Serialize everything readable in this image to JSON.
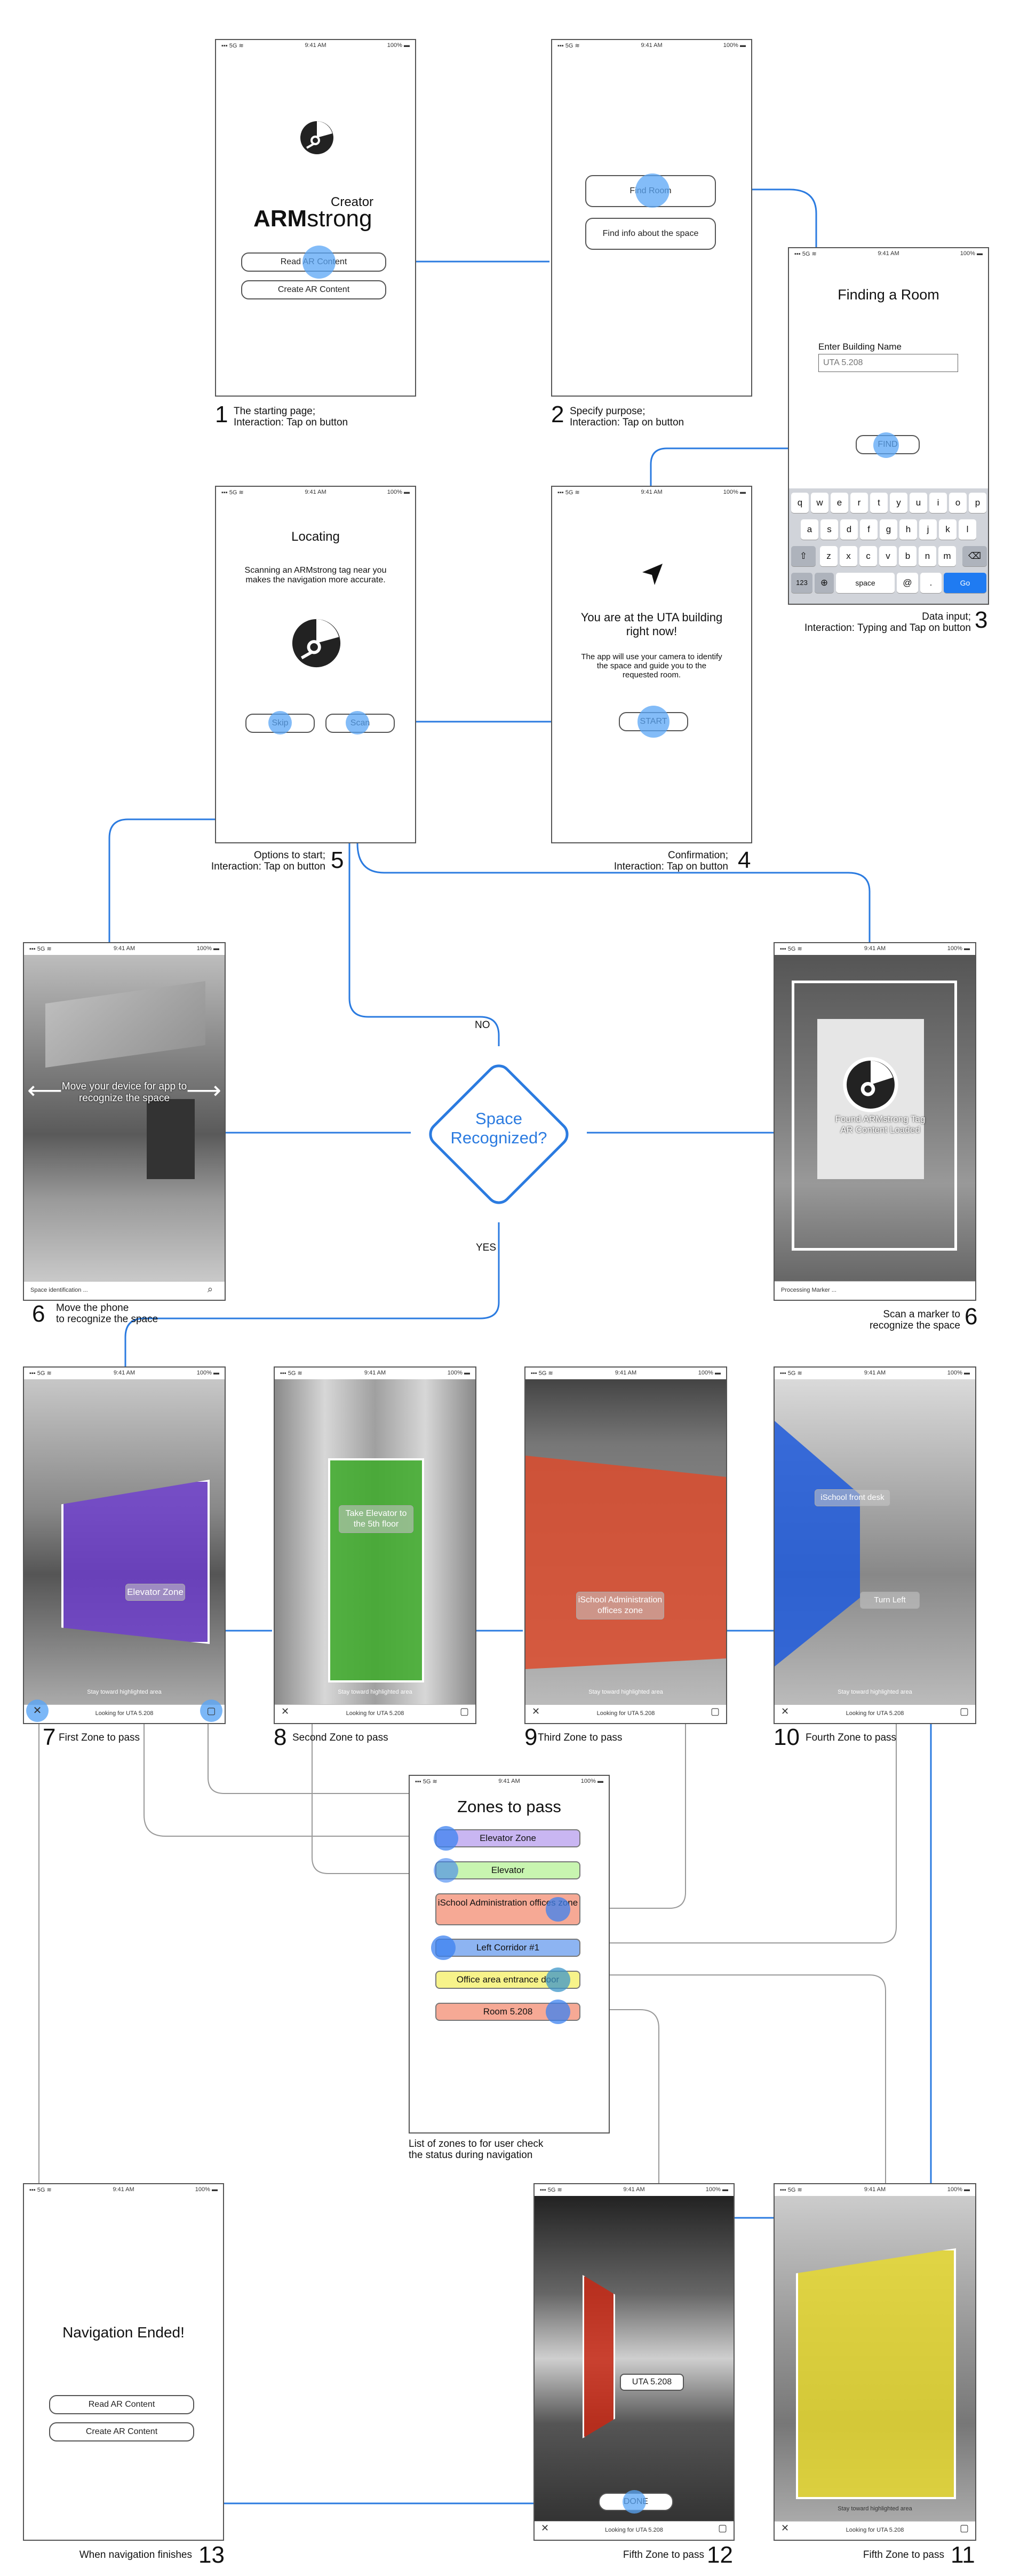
{
  "status": {
    "left": "▪▪▪ 5G ≋",
    "time": "9:41 AM",
    "battery": "100% ▬"
  },
  "screen1": {
    "creator": "Creator",
    "logo_arm": "ARM",
    "logo_strong": "strong",
    "btn1": "Read AR Content",
    "btn2": "Create AR Content",
    "num": "1",
    "caption1": "The starting page;",
    "caption2": "Interaction: Tap on button"
  },
  "screen2": {
    "btn1": "Find Room",
    "btn2": "Find info about the space",
    "num": "2",
    "caption1": "Specify purpose;",
    "caption2": "Interaction: Tap on button"
  },
  "screen3": {
    "title": "Finding a Room",
    "label": "Enter Building Name",
    "placeholder": "UTA 5.208",
    "btn": "FIND",
    "keys_row1": [
      "q",
      "w",
      "e",
      "r",
      "t",
      "y",
      "u",
      "i",
      "o",
      "p"
    ],
    "keys_row2": [
      "a",
      "s",
      "d",
      "f",
      "g",
      "h",
      "j",
      "k",
      "l"
    ],
    "keys_row3": [
      "z",
      "x",
      "c",
      "v",
      "b",
      "n",
      "m"
    ],
    "key_123": "123",
    "key_space": "space",
    "key_at": "@",
    "key_dot": ".",
    "key_go": "Go",
    "num": "3",
    "caption1": "Data input;",
    "caption2": "Interaction: Typing and Tap on button"
  },
  "screen4": {
    "title1": "You are at the UTA building",
    "title2": "right now!",
    "desc1": "The app will use your camera to identify",
    "desc2": "the space and guide you to the",
    "desc3": "requested room.",
    "btn": "START",
    "num": "4",
    "caption1": "Confirmation;",
    "caption2": "Interaction: Tap on button"
  },
  "screen5": {
    "title": "Locating",
    "desc1": "Scanning an ARMstrong tag near you",
    "desc2": "makes the navigation more accurate.",
    "skip": "Skip",
    "scan": "Scan",
    "num": "5",
    "caption1": "Options to start;",
    "caption2": "Interaction: Tap on button"
  },
  "screen6a": {
    "overlay1": "Move your device for app to",
    "overlay2": "recognize the space",
    "search": "Space identification ...",
    "num": "6",
    "caption1": "Move the phone",
    "caption2": "to recognize the space"
  },
  "screen6b": {
    "overlay1": "Found ARMstrong Tag",
    "overlay2": "AR Content Loaded",
    "status": "Processing Marker ...",
    "num": "6",
    "caption1": "Scan a marker to",
    "caption2": "recognize the space"
  },
  "decision": {
    "line1": "Space",
    "line2": "Recognized?",
    "no": "NO",
    "yes": "YES"
  },
  "zone_screens": [
    {
      "label1": "Elevator Zone",
      "label2": "",
      "footer": "Looking for UTA 5.208",
      "hint": "Stay toward highlighted area",
      "num": "7",
      "caption": "First Zone to pass"
    },
    {
      "label1": "Take Elevator to",
      "label2": "the 5th floor",
      "footer": "Looking for UTA 5.208",
      "hint": "Stay toward highlighted area",
      "num": "8",
      "caption": "Second Zone to pass"
    },
    {
      "label1": "iSchool Administration",
      "label2": "offices zone",
      "footer": "Looking for UTA 5.208",
      "hint": "Stay toward highlighted area",
      "num": "9",
      "caption": "Third Zone to pass"
    },
    {
      "label1": "iSchool front desk",
      "label2": "Turn Left",
      "footer": "Looking for UTA 5.208",
      "hint": "Stay toward highlighted area",
      "num": "10",
      "caption": "Fourth Zone to pass"
    }
  ],
  "zones_panel": {
    "title": "Zones to pass",
    "items": [
      "Elevator Zone",
      "Elevator",
      "iSchool Administration offices zone",
      "Left Corridor #1",
      "Office area entrance door",
      "Room 5.208"
    ],
    "colors": [
      "#c9b6f2",
      "#c8f5b0",
      "#f6a995",
      "#8db4f2",
      "#f7f38a",
      "#f6a995"
    ],
    "caption1": "List of zones to for user check",
    "caption2": "the status during navigation"
  },
  "screen13": {
    "title": "Navigation Ended!",
    "btn1": "Read AR Content",
    "btn2": "Create AR Content",
    "num": "13",
    "caption": "When navigation finishes"
  },
  "screen12": {
    "label": "UTA 5.208",
    "done": "DONE",
    "footer": "Looking for UTA 5.208",
    "num": "12",
    "caption": "Fifth Zone to pass"
  },
  "screen11": {
    "hint": "Stay toward highlighted area",
    "footer": "Looking for UTA 5.208",
    "num": "11",
    "caption": "Fifth Zone to pass"
  },
  "icons": {
    "close": "close-icon",
    "map": "map-icon",
    "search": "search-icon",
    "location": "location-arrow-icon",
    "logo": "armstrong-logo-icon"
  }
}
